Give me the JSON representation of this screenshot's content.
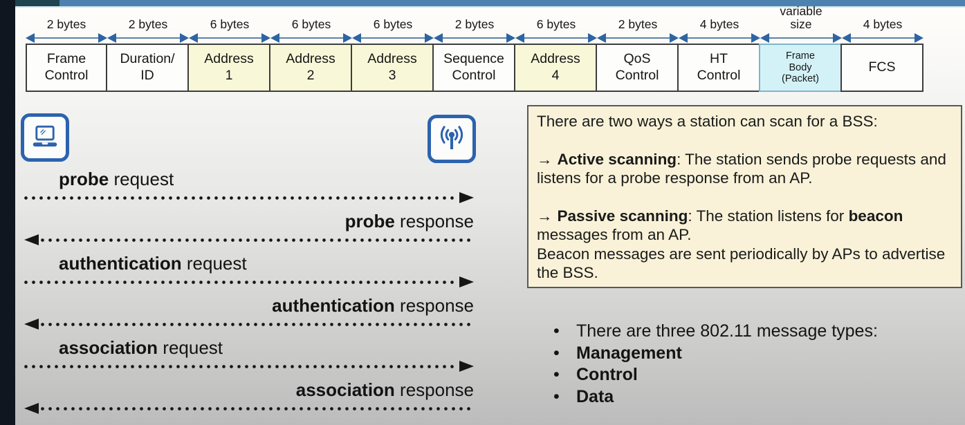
{
  "frame_diagram": {
    "fields": [
      {
        "size": "2 bytes",
        "name": "Frame\nControl",
        "style": "plain"
      },
      {
        "size": "2 bytes",
        "name": "Duration/\nID",
        "style": "plain"
      },
      {
        "size": "6 bytes",
        "name": "Address\n1",
        "style": "address"
      },
      {
        "size": "6 bytes",
        "name": "Address\n2",
        "style": "address"
      },
      {
        "size": "6 bytes",
        "name": "Address\n3",
        "style": "address"
      },
      {
        "size": "2 bytes",
        "name": "Sequence\nControl",
        "style": "plain"
      },
      {
        "size": "6 bytes",
        "name": "Address\n4",
        "style": "address"
      },
      {
        "size": "2 bytes",
        "name": "QoS\nControl",
        "style": "plain"
      },
      {
        "size": "4 bytes",
        "name": "HT\nControl",
        "style": "plain"
      },
      {
        "size": "variable\nsize",
        "name": "Frame\nBody\n(Packet)",
        "style": "frame-body"
      },
      {
        "size": "4 bytes",
        "name": "FCS",
        "style": "plain"
      }
    ]
  },
  "sequence": {
    "station_icon": "laptop-icon",
    "ap_icon": "antenna-icon",
    "messages": [
      {
        "bold": "probe",
        "rest": " request",
        "direction": "right"
      },
      {
        "bold": "probe",
        "rest": " response",
        "direction": "left"
      },
      {
        "bold": "authentication",
        "rest": " request",
        "direction": "right"
      },
      {
        "bold": "authentication",
        "rest": " response",
        "direction": "left"
      },
      {
        "bold": "association",
        "rest": " request",
        "direction": "right"
      },
      {
        "bold": "association",
        "rest": " response",
        "direction": "left"
      }
    ]
  },
  "info_box": {
    "intro": "There are two ways a station can scan for a BSS:",
    "active": {
      "arrow": "→",
      "bold": "Active scanning",
      "rest": ": The station sends probe requests and listens for a probe response from an AP."
    },
    "passive": {
      "arrow": "→",
      "bold": "Passive scanning",
      "rest_before": ": The station listens for ",
      "bold2": "beacon",
      "rest_after": " messages from an AP.",
      "note": "Beacon messages are sent periodically by APs to advertise the BSS."
    }
  },
  "bullets": [
    {
      "marker": "•",
      "text": "There are three 802.11 message types:",
      "bold": false
    },
    {
      "marker": "•",
      "text": "Management",
      "bold": true
    },
    {
      "marker": "•",
      "text": "Control",
      "bold": true
    },
    {
      "marker": "•",
      "text": "Data",
      "bold": true
    }
  ],
  "colors": {
    "accent_blue": "#2c63ae",
    "frame_arrow_blue": "#2e64a1",
    "address_field_yellow": "#f8f8d8",
    "frame_body_cyan": "#d3f2f7",
    "info_box_cream": "#f9f2d8",
    "topbar_teal": "#1e4450",
    "topbar_blue": "#4d82b0",
    "sidebar_dark": "#10161f"
  }
}
